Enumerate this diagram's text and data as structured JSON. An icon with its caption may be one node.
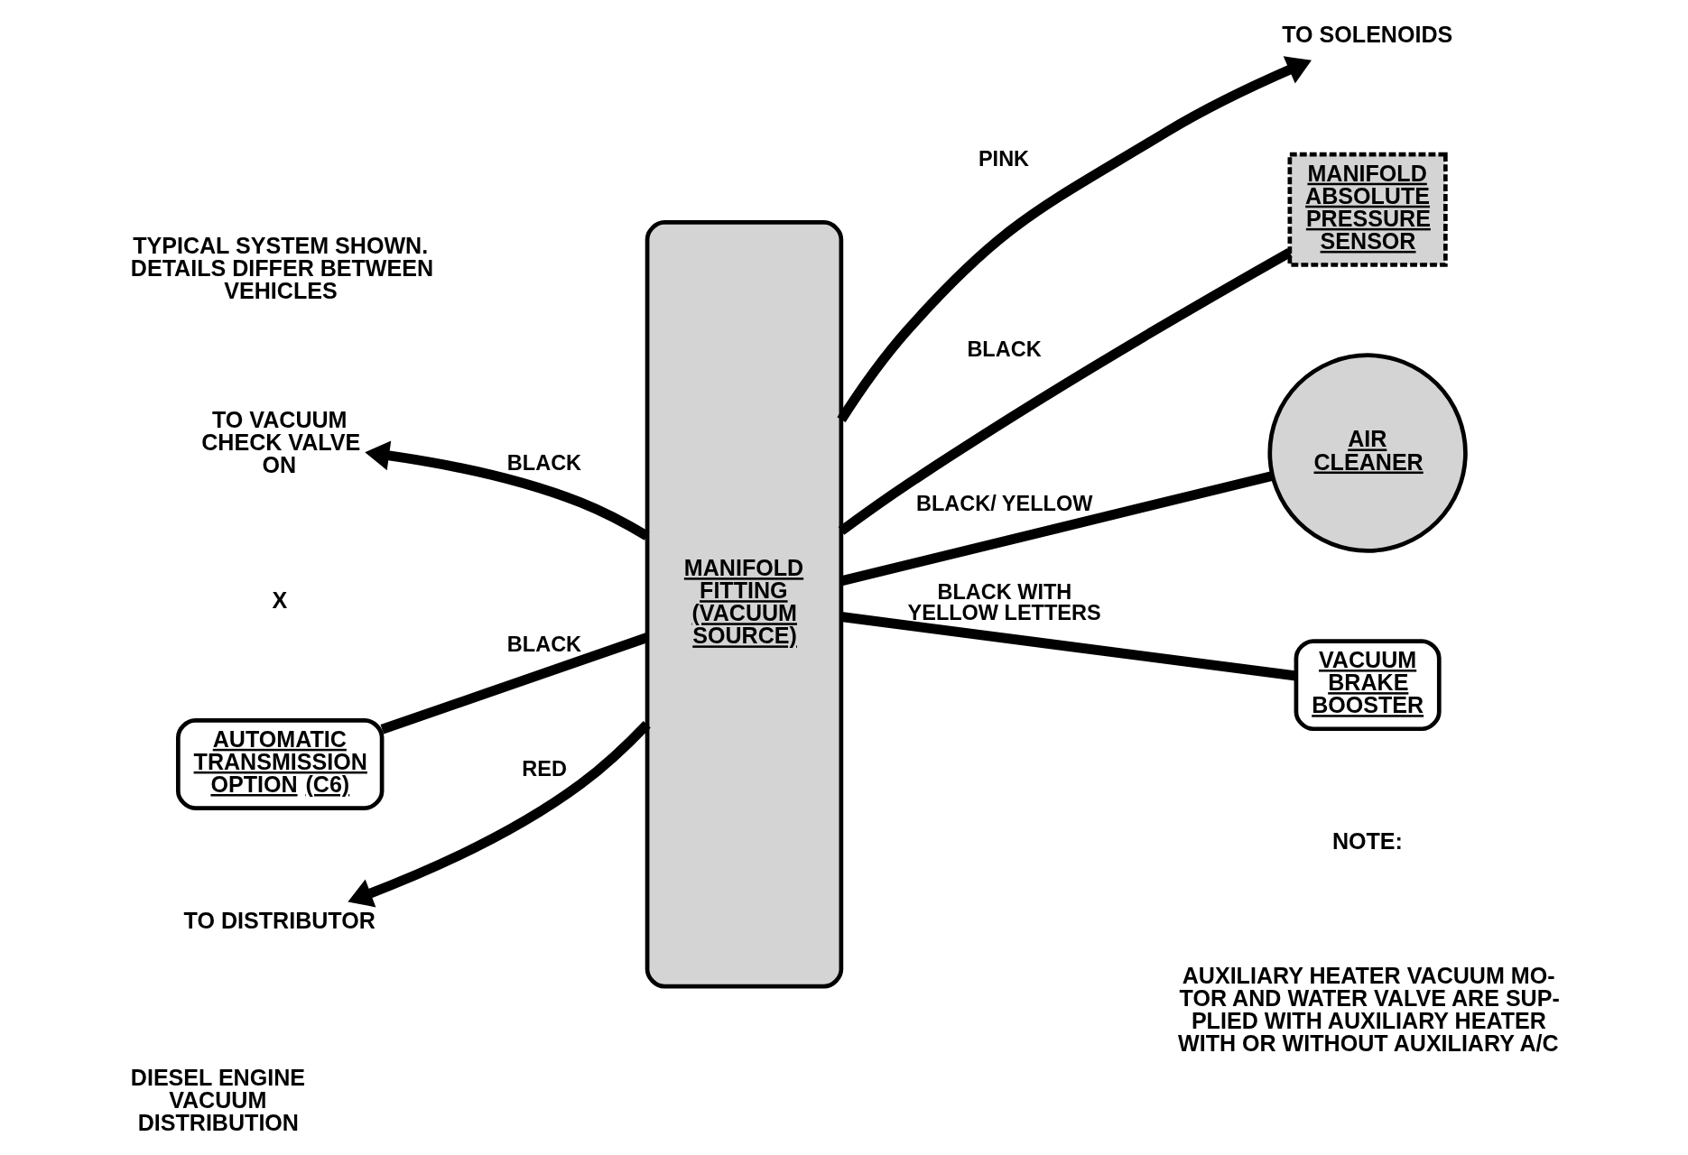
{
  "diagram": {
    "caption": "DIESEL ENGINE VACUUM DISTRIBUTION",
    "nodes": [
      {
        "text": [
          "MANIFOLD FITTING (VACUUM SOURCE)"
        ]
      },
      {
        "text": [
          "TO SOLENOIDS"
        ]
      },
      {
        "text": [
          "MANIFOLD ABSOLUTE PRESSURE SENSOR"
        ]
      },
      {
        "text": [
          "AIR CLEANER"
        ]
      },
      {
        "text": [
          "TO VACUUM CHECK VALVE ON"
        ]
      },
      {
        "text": [
          "AUTOMATIC TRANSMISSION OPTION (C6)"
        ]
      },
      {
        "text": [
          "TO DISTRIBUTOR"
        ]
      },
      {
        "text": [
          "VACUUM BRAKE BOOSTER"
        ]
      }
    ],
    "edges": [
      {
        "from": 0,
        "to": 1,
        "arrow": "to",
        "label": "PINK"
      },
      {
        "from": 0,
        "to": 2,
        "arrow": "none",
        "label": "BLACK"
      },
      {
        "from": 0,
        "to": 4,
        "arrow": "to",
        "label": "BLACK"
      },
      {
        "from": 0,
        "to": 3,
        "arrow": "none",
        "label": "BLACK/ YELLOW"
      },
      {
        "from": 0,
        "to": 5,
        "arrow": "none",
        "label": "BLACK"
      },
      {
        "from": 0,
        "to": 6,
        "arrow": "to",
        "label": "RED"
      },
      {
        "from": 0,
        "to": 7,
        "arrow": "none",
        "label": "BLACK WITH YELLOW LETTERS"
      }
    ],
    "labels": [
      "TYPICAL SYSTEM SHOWN. DETAILS DIFFER BETWEEN VEHICLES",
      "X",
      "NOTE:",
      "AUXILIARY HEATER VACUUM MO- TOR AND WATER VALVE ARE SUP- PLIED WITH AUXILIARY HEATER WITH OR WITHOUT AUXILIARY A/C"
    ]
  }
}
